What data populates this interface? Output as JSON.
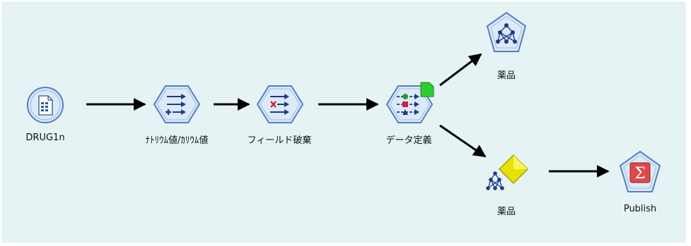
{
  "stream": {
    "nodes": [
      {
        "id": "source",
        "label": "DRUG1n",
        "icon": "var-file-source-icon"
      },
      {
        "id": "derive",
        "label": "ﾅﾄﾘｳﾑ値/ｶﾘｳﾑ値",
        "icon": "derive-node-icon"
      },
      {
        "id": "filter",
        "label": "フィールド破棄",
        "icon": "filter-node-icon"
      },
      {
        "id": "type",
        "label": "データ定義",
        "icon": "type-node-icon"
      },
      {
        "id": "model",
        "label": "薬品",
        "icon": "neural-net-model-icon"
      },
      {
        "id": "nugget",
        "label": "薬品",
        "icon": "model-nugget-icon"
      },
      {
        "id": "publish",
        "label": "Publish",
        "icon": "publisher-node-icon"
      }
    ]
  },
  "colors": {
    "canvas_bg": "#e6f3f5",
    "node_blue": "#5b86c5",
    "node_fill": "#dceaf8",
    "publisher_red": "#e04848",
    "nugget_yellow": "#e8e000",
    "arrow": "#000000"
  }
}
